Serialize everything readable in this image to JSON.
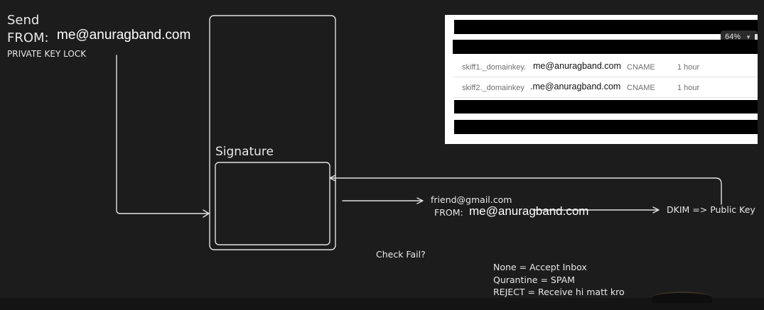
{
  "sender": {
    "send_label": "Send",
    "from_label": "FROM:",
    "from_address": "me@anuragband.com",
    "private_key_label": "PRIVATE KEY LOCK"
  },
  "signature_box": {
    "label": "Signature"
  },
  "recipient": {
    "to_address": "friend@gmail.com",
    "from_label": "FROM:",
    "from_address": "me@anuragband.com"
  },
  "dkim": {
    "label": "DKIM => Public Key"
  },
  "check": {
    "question": "Check Fail?",
    "policies": [
      "None = Accept Inbox",
      "Qurantine = SPAM",
      "REJECT = Receive hi matt kro"
    ]
  },
  "dns_table": {
    "zoom_level": "64%",
    "rows": [
      {
        "name": "skiff1._domainkey.",
        "name_overlay": "me@anuragband.com",
        "type": "CNAME",
        "ttl": "1 hour"
      },
      {
        "name": "skiff2._domainkey",
        "name_overlay": ".me@anuragband.com",
        "type": "CNAME",
        "ttl": "1 hour"
      }
    ]
  },
  "colors": {
    "background": "#1c1c1c",
    "stroke": "#e0e0e0",
    "text": "#e8e8e8",
    "panel": "#ffffff",
    "redaction": "#000000"
  },
  "icons": {
    "zoom_dropdown": "chevron-down-icon"
  }
}
